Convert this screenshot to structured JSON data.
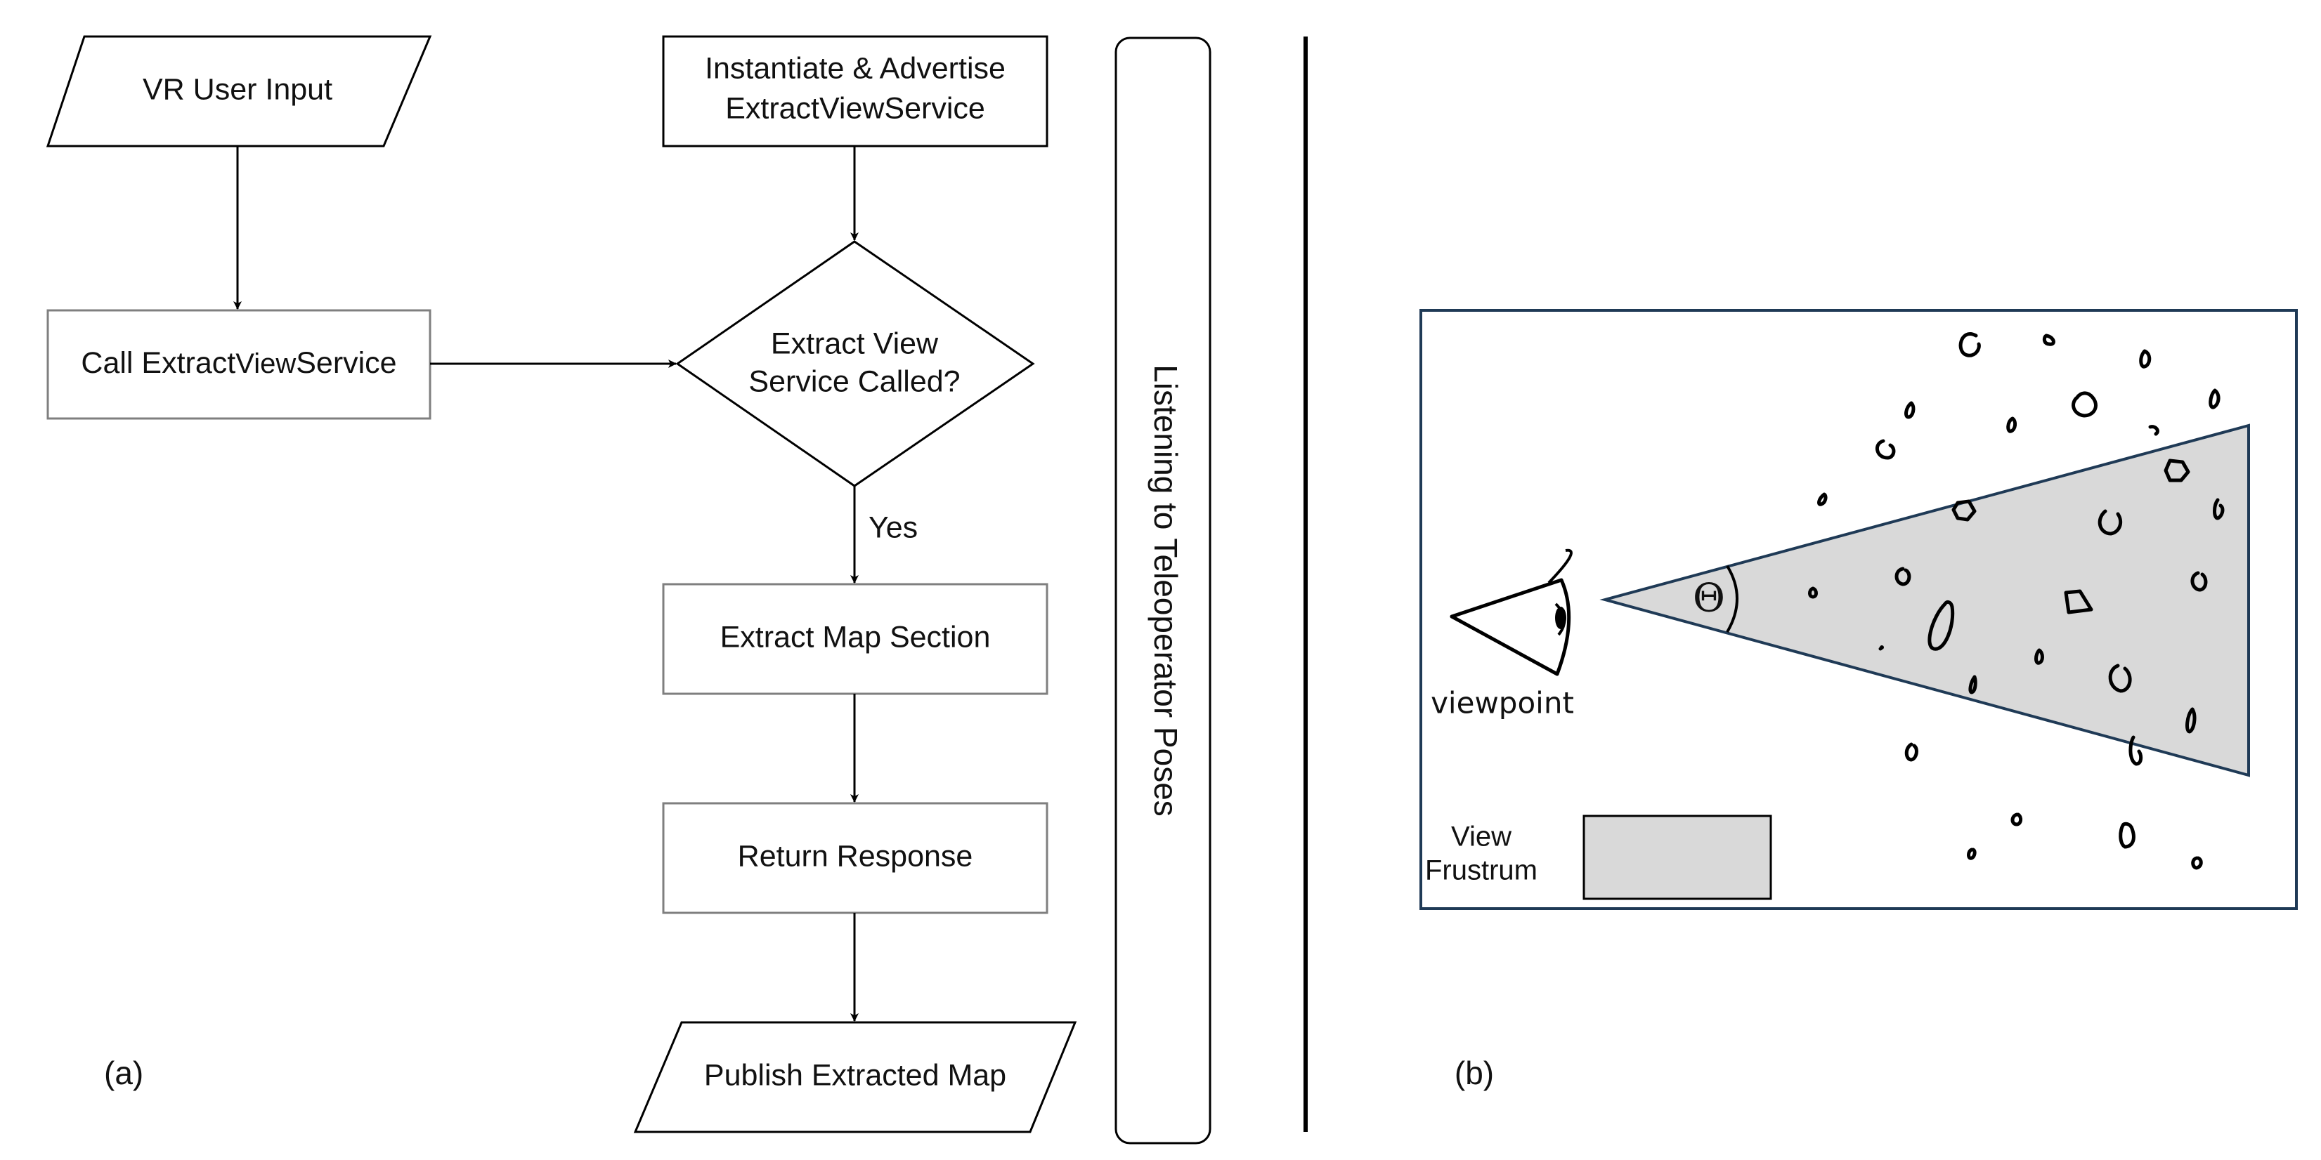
{
  "flowchart": {
    "vr_user_input": "VR User Input",
    "instantiate_line1": "Instantiate & Advertise",
    "instantiate_line2": "ExtractViewService",
    "call_service": {
      "prefix": "Call Extract",
      "small": "View",
      "suffix": "Service"
    },
    "decision_line1": "Extract View",
    "decision_line2": "Service Called?",
    "yes_label": "Yes",
    "extract_map_section": "Extract Map Section",
    "return_response": "Return Response",
    "publish_extracted_map": "Publish Extracted Map",
    "listening_label": "Listening to Teleoperator Poses",
    "panel_a_label": "(a)"
  },
  "frustum_figure": {
    "viewpoint_label": "viewpoint",
    "theta_symbol": "Θ",
    "legend_line1": "View",
    "legend_line2": "Frustrum",
    "panel_b_label": "(b)",
    "frame_color": "#1f3a56",
    "frustum_fill": "#d9d9d9"
  }
}
